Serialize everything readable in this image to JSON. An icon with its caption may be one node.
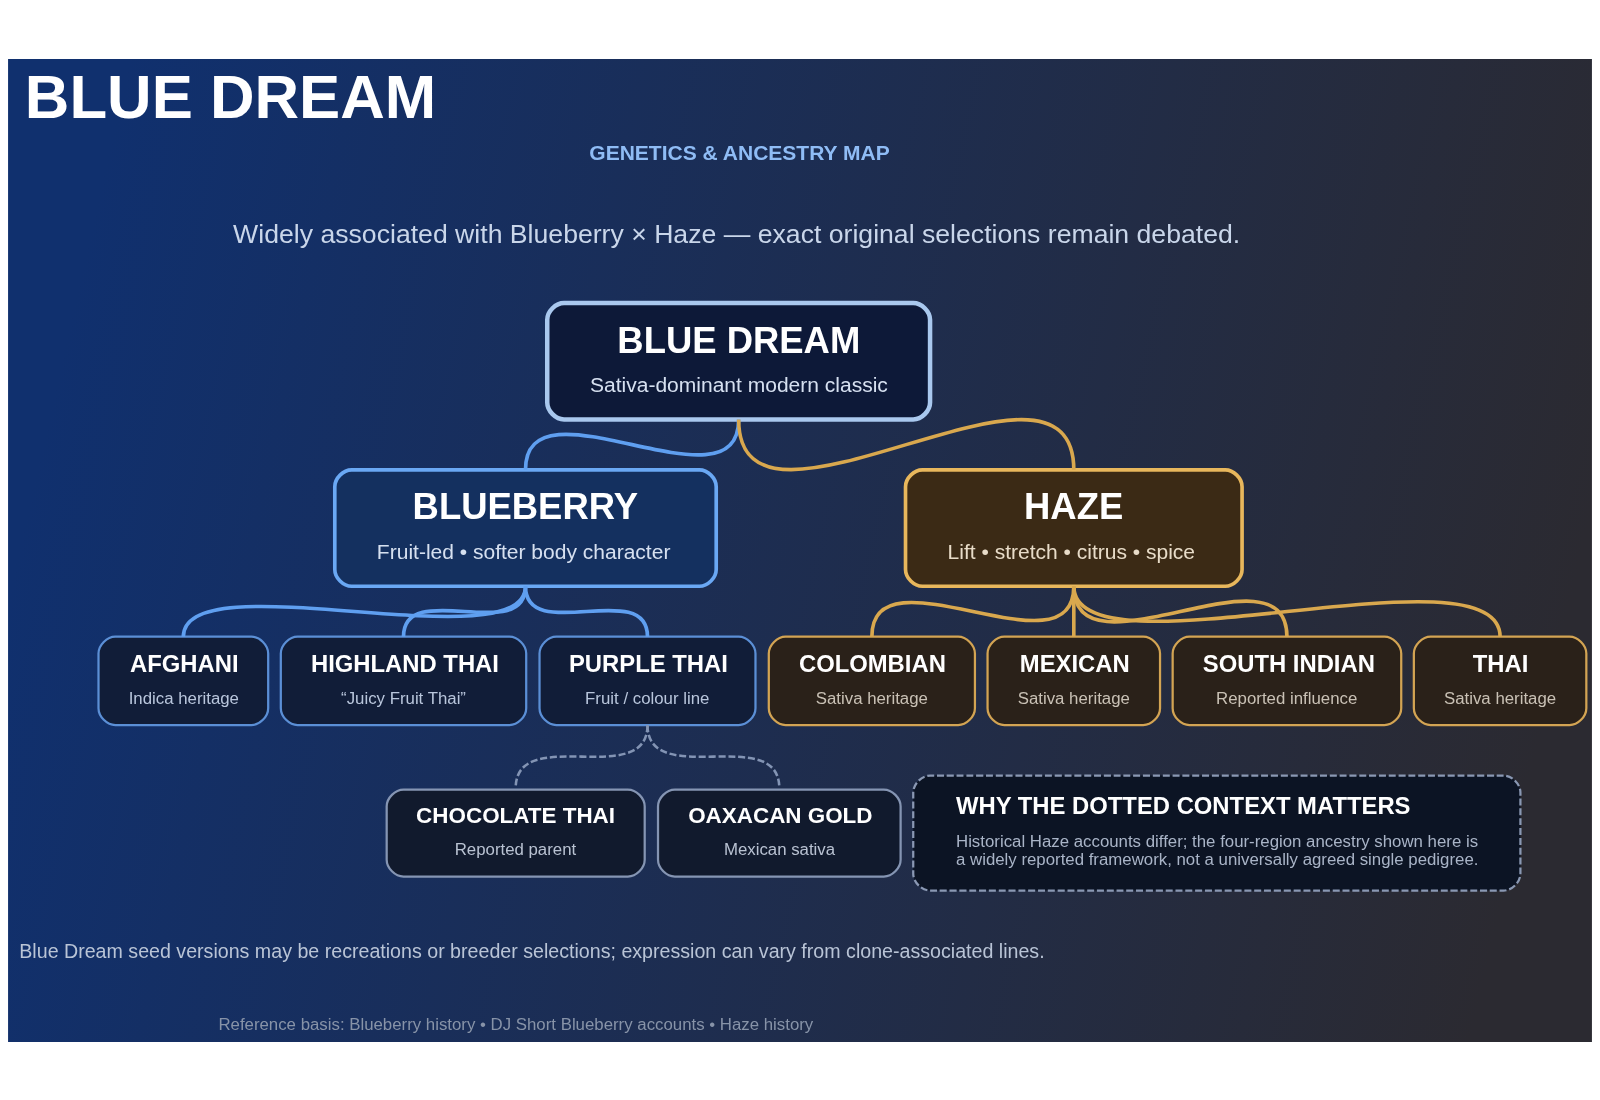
{
  "diagram": {
    "title": "BLUE DREAM",
    "nodes": [
      {
        "text": [
          "BLUE DREAM",
          "Sativa-dominant modern classic"
        ]
      },
      {
        "text": [
          "BLUEBERRY",
          "Fruit-led • softer body character"
        ]
      },
      {
        "text": [
          "HAZE",
          "Lift • stretch • citrus • spice"
        ]
      },
      {
        "text": [
          "AFGHANI",
          "Indica heritage"
        ]
      },
      {
        "text": [
          "HIGHLAND THAI",
          "“Juicy Fruit Thai”"
        ]
      },
      {
        "text": [
          "PURPLE THAI",
          "Fruit / colour line"
        ]
      },
      {
        "text": [
          "COLOMBIAN",
          "Sativa heritage"
        ]
      },
      {
        "text": [
          "MEXICAN",
          "Sativa heritage"
        ]
      },
      {
        "text": [
          "SOUTH INDIAN",
          "Reported influence"
        ]
      },
      {
        "text": [
          "THAI",
          "Sativa heritage"
        ]
      },
      {
        "text": [
          "CHOCOLATE THAI",
          "Reported parent"
        ]
      },
      {
        "text": [
          "OAXACAN GOLD",
          "Mexican sativa"
        ]
      },
      {
        "text": [
          "WHY THE DOTTED CONTEXT MATTERS",
          "Historical Haze accounts differ; the four-region ancestry shown here is a widely reported framework, not a universally agreed single pedigree."
        ]
      }
    ],
    "edges": [
      {
        "from": 0,
        "to": 1,
        "arrow": "none",
        "color": "#5f9ff0"
      },
      {
        "from": 0,
        "to": 2,
        "arrow": "none"
      },
      {
        "from": 1,
        "to": 3,
        "arrow": "none",
        "color": "#5f9ff0"
      },
      {
        "from": 1,
        "to": 4,
        "arrow": "none",
        "color": "#5f9ff0"
      },
      {
        "from": 1,
        "to": 5,
        "arrow": "none",
        "color": "#5f9ff0"
      },
      {
        "from": 2,
        "to": 6,
        "arrow": "none"
      },
      {
        "from": 2,
        "to": 7,
        "arrow": "none"
      },
      {
        "from": 2,
        "to": 8,
        "arrow": "none"
      },
      {
        "from": 2,
        "to": 9,
        "arrow": "none"
      },
      {
        "from": 5,
        "to": 10,
        "arrow": "none",
        "style": "dashed",
        "color": "#8394b4"
      },
      {
        "from": 5,
        "to": 11,
        "arrow": "none",
        "style": "dashed",
        "color": "#8394b4"
      }
    ],
    "labels": [
      "GENETICS & ANCESTRY MAP",
      "Widely associated with Blueberry × Haze — exact original selections remain debated.",
      "Blue Dream seed versions may be recreations or breeder selections; expression can vary from clone-associated lines.",
      "Reference basis: Blueberry history • DJ Short Blueberry accounts • Haze history"
    ]
  }
}
